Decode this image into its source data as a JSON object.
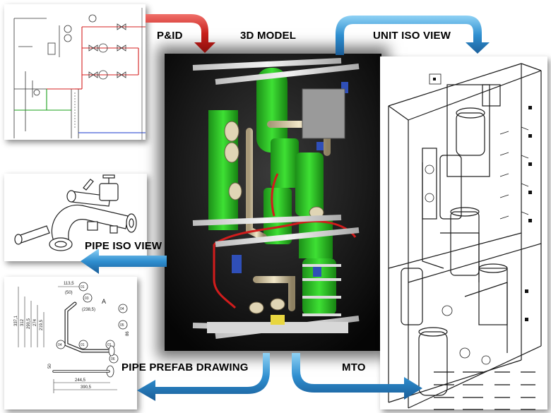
{
  "labels": {
    "pid": "P&ID",
    "model3d": "3D MODEL",
    "unit_iso": "UNIT ISO VIEW",
    "pipe_iso": "PIPE ISO VIEW",
    "prefab": "PIPE PREFAB DRAWING",
    "mto": "MTO"
  },
  "drawing": {
    "dims_v": [
      "337,1",
      "312",
      "290,5",
      "274",
      "219,5"
    ],
    "dim_top": "113,5",
    "dim_50": "(50)",
    "dim_238": "(238,5)",
    "callout_a": "A",
    "balloons": [
      "01",
      "03",
      "01",
      "04",
      "05",
      "04",
      "01",
      "06"
    ],
    "dim_86": "86",
    "dim_bot1": "244,5",
    "dim_bot2": "390,5",
    "dim_side": "50"
  },
  "colors": {
    "red_arrow": "#c8201c",
    "blue_arrow": "#2f8fd0",
    "model_bg": "#111111",
    "frame": "#e8e8e8",
    "green": "#2fbf2a"
  }
}
